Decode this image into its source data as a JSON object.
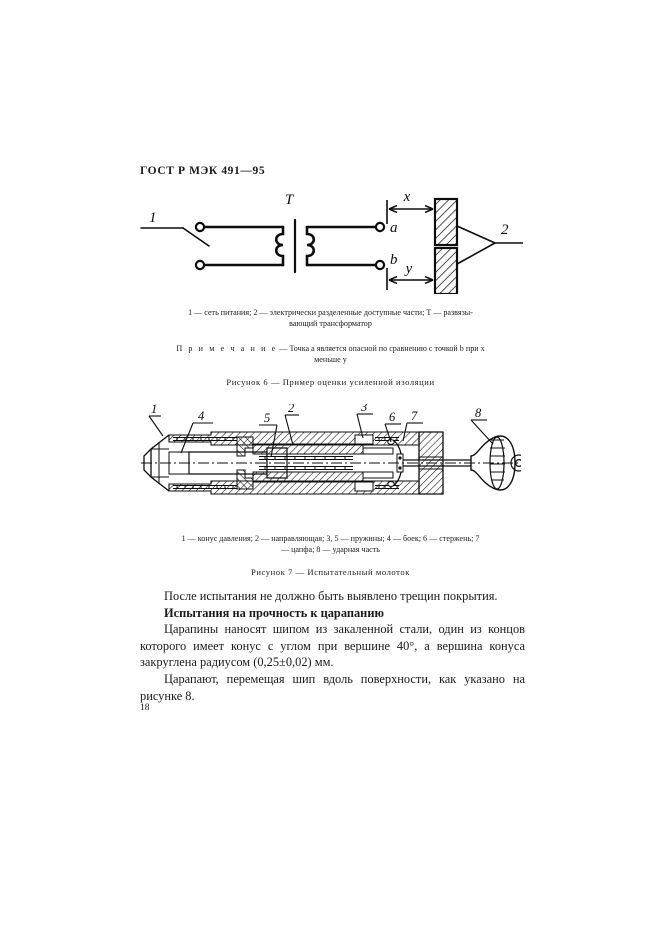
{
  "document": {
    "header": "ГОСТ Р МЭК 491—95",
    "page_number": "18"
  },
  "figure6": {
    "caption": "Рисунок 6 — Пример оценки усиленной изоляции",
    "legend_line1": "1 — сеть питания; 2 — электрически разделенные доступные части; T — развязы-",
    "legend_line2": "вающий трансформатор",
    "note_label": "П р и м е ч а н и е",
    "note_line1": " — Точка a является опасной по сравнению с точкой b при x",
    "note_line2": "меньше y",
    "labels": {
      "supply": "1",
      "transformer": "T",
      "terminal_a": "a",
      "terminal_b": "b",
      "distance_x": "x",
      "distance_y": "y",
      "accessible_parts": "2"
    }
  },
  "figure7": {
    "caption": "Рисунок 7 — Испытательный молоток",
    "legend_line1": "1 — конус давления; 2 — направляющая; 3, 5 — пружины; 4 — боек; 6 — стержень; 7",
    "legend_line2": "— цапфа; 8 — ударная часть",
    "callouts": [
      "1",
      "4",
      "5",
      "2",
      "3",
      "6",
      "7",
      "8"
    ]
  },
  "body": {
    "paragraph1": "После испытания не должно быть выявлено трещин покрытия.",
    "heading": "Испытания на прочность к царапанию",
    "paragraph2": "Царапины наносят шипом из закаленной стали, один из концов которого имеет конус с углом при вершине 40°, а вершина конуса закруглена радиусом (0,25±0,02) мм.",
    "paragraph3": "Царапают, перемещая шип вдоль поверхности, как указано на рисунке 8."
  }
}
